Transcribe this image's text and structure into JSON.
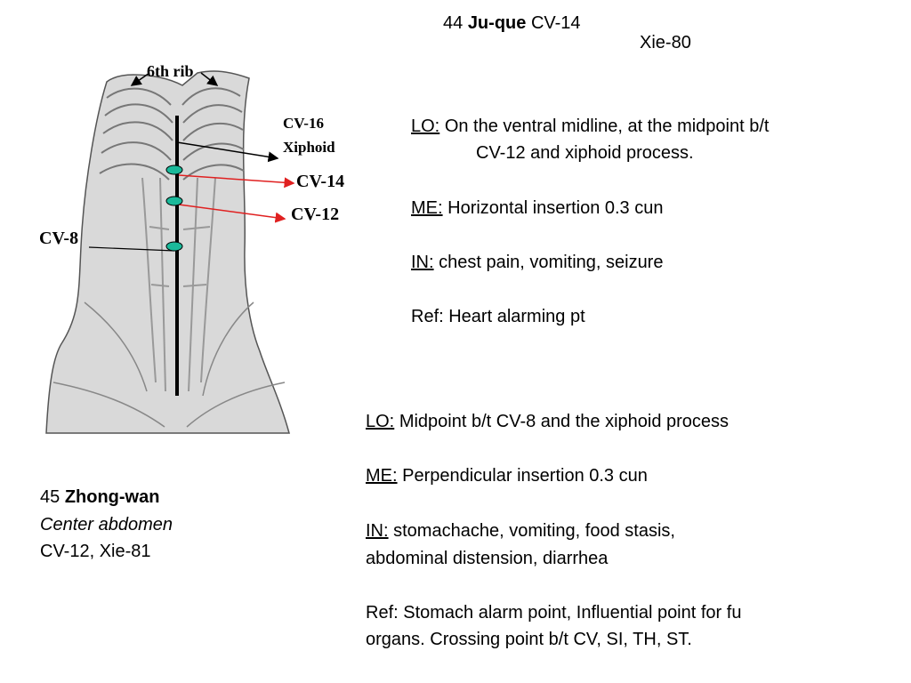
{
  "point44": {
    "number": "44",
    "name": "Ju-que",
    "code": "CV-14",
    "xie": "Xie-80",
    "lo_label": "LO:",
    "lo_text_1": "On the ventral midline, at the midpoint b/t",
    "lo_text_2": "CV-12 and xiphoid process.",
    "me_label": "ME:",
    "me_text": "Horizontal insertion 0.3 cun",
    "in_label": "IN:",
    "in_text": "chest pain, vomiting, seizure",
    "ref": "Ref: Heart alarming pt"
  },
  "point45": {
    "number": "45",
    "name": "Zhong-wan",
    "translation": "Center abdomen",
    "codes": "CV-12, Xie-81",
    "lo_label": "LO:",
    "lo_text": "Midpoint b/t CV-8 and the xiphoid process",
    "me_label": "ME:",
    "me_text": "Perpendicular insertion  0.3 cun",
    "in_label": "IN:",
    "in_text_1": "stomachache, vomiting, food stasis,",
    "in_text_2": "abdominal distension, diarrhea",
    "ref_1": "Ref: Stomach alarm point, Influential point for fu",
    "ref_2": "organs. Crossing point b/t CV, SI, TH, ST."
  },
  "figure": {
    "rib_label": "6th rib",
    "cv16_label": "CV-16",
    "xiphoid_label": "Xiphoid",
    "cv14_label": "CV-14",
    "cv12_label": "CV-12",
    "cv8_label": "CV-8",
    "point_color": "#1ab99a",
    "arrow_color": "#e02020"
  }
}
